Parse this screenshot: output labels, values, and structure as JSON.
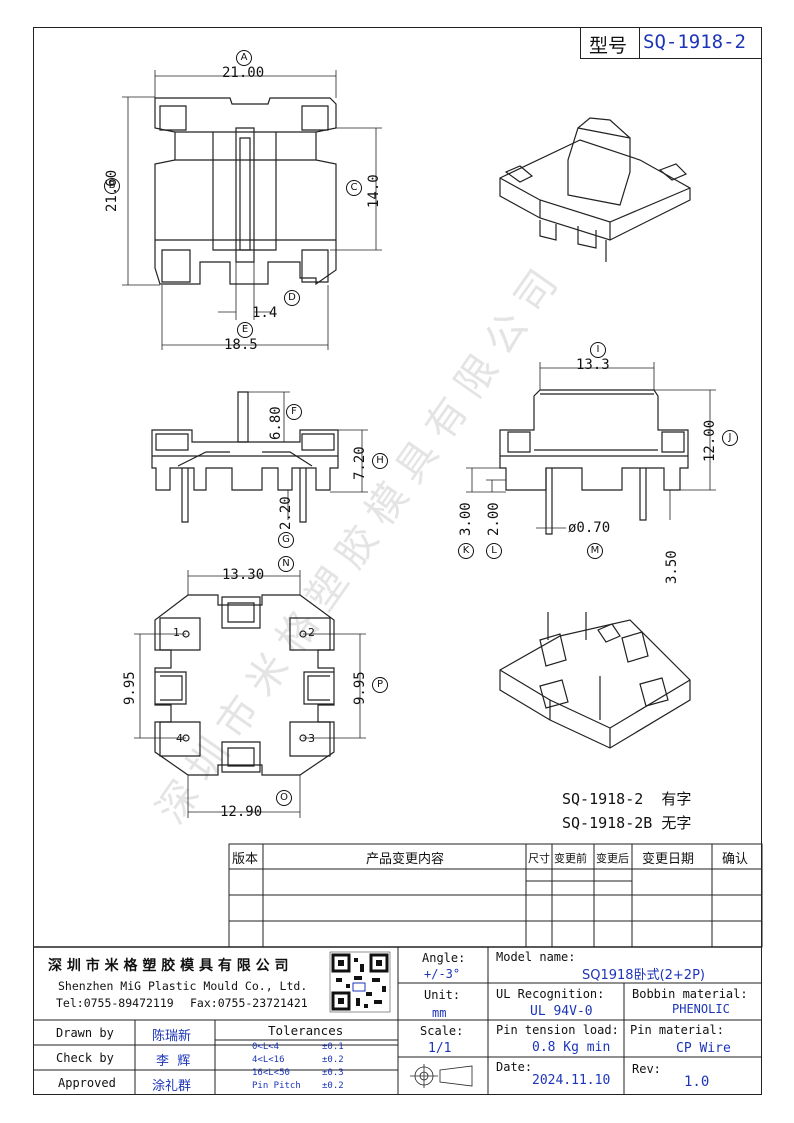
{
  "title_block": {
    "model_label": "型号",
    "model_value": "SQ-1918-2"
  },
  "dims": {
    "a": "21.00",
    "b": "21.60",
    "c": "14.0",
    "d": "1.4",
    "e": "18.5",
    "f": "6.80",
    "g": "2.20",
    "h": "7.20",
    "i": "13.3",
    "j": "12.00",
    "k": "3.00",
    "l": "2.00",
    "m": "ø0.70",
    "n3": "3.50",
    "n": "13.30",
    "p": "9.95",
    "p_left": "9.95",
    "o": "12.90"
  },
  "circle_labels": {
    "a": "A",
    "b": "B",
    "c": "C",
    "d": "D",
    "e": "E",
    "f": "F",
    "g": "G",
    "h": "H",
    "i": "I",
    "j": "J",
    "k": "K",
    "l": "L",
    "m": "M",
    "n": "N",
    "o": "O",
    "p": "P"
  },
  "pin_numbers": [
    "1",
    "2",
    "3",
    "4"
  ],
  "variants": {
    "line1": "SQ-1918-2  有字",
    "line2": "SQ-1918-2B 无字"
  },
  "revision_table": {
    "headers": [
      "版本",
      "产品变更内容",
      "尺寸",
      "变更前",
      "变更后",
      "变更日期",
      "确认"
    ]
  },
  "company": {
    "name_cn": "深 圳 市 米 格 塑 胶 模 具 有 限 公 司",
    "name_en": "Shenzhen MiG Plastic Mould Co., Ltd.",
    "tel": "Tel:0755-89472119",
    "fax": "Fax:0755-23721421"
  },
  "info": {
    "angle_label": "Angle:",
    "angle_value": "+/-3°",
    "unit_label": "Unit:",
    "unit_value": "mm",
    "scale_label": "Scale:",
    "scale_value": "1/1",
    "model_name_label": "Model name:",
    "model_name_value": "SQ1918卧式(2+2P)",
    "ul_label": "UL Recognition:",
    "ul_value": "UL 94V-0",
    "bobbin_label": "Bobbin material:",
    "bobbin_value": "PHENOLIC",
    "pin_tension_label": "Pin tension load:",
    "pin_tension_value": "0.8 Kg min",
    "pin_material_label": "Pin material:",
    "pin_material_value": "CP Wire",
    "date_label": "Date:",
    "date_value": "2024.11.10",
    "rev_label": "Rev:",
    "rev_value": "1.0"
  },
  "signatures": {
    "drawn_label": "Drawn by",
    "drawn_value": "陈瑞新",
    "check_label": "Check by",
    "check_value": "李  辉",
    "approved_label": "Approved",
    "approved_value": "涂礼群"
  },
  "tolerances": {
    "title": "Tolerances",
    "rows": [
      {
        "range": "0<L<4",
        "tol": "±0.1"
      },
      {
        "range": "4<L<16",
        "tol": "±0.2"
      },
      {
        "range": "16<L<50",
        "tol": "±0.3"
      },
      {
        "range": "Pin Pitch",
        "tol": "±0.2"
      }
    ]
  },
  "watermark": "深圳市米格塑胶模具有限公司"
}
